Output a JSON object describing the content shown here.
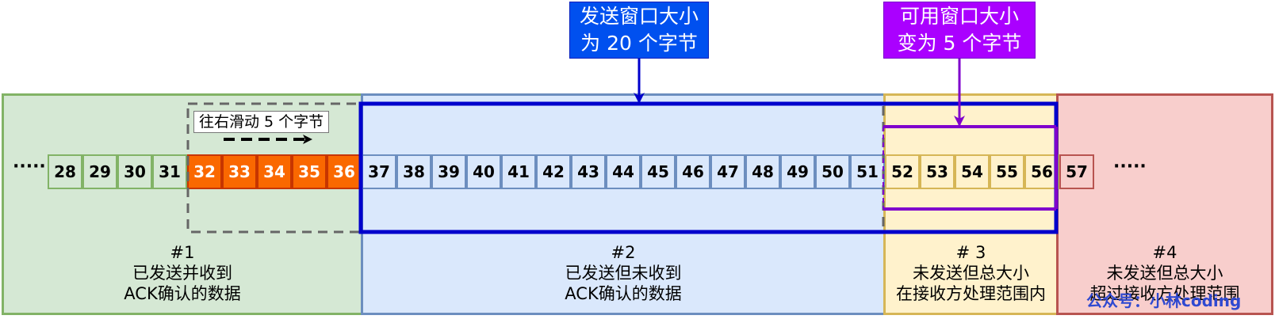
{
  "colors": {
    "green_fill": "#d5e8d4",
    "green_border": "#82b366",
    "blue_fill": "#dae8fc",
    "blue_border": "#6c8ebf",
    "yellow_fill": "#fff2cc",
    "yellow_border": "#d6b656",
    "red_fill": "#f8cecc",
    "red_border": "#b85450",
    "orange_fill": "#fa6800",
    "orange_border": "#c73500",
    "window_blue": "#0000cc",
    "usable_purple": "#7f00cc",
    "dashed_gray": "#666666",
    "callout_blue": "#0050ef",
    "callout_purple": "#aa00ff"
  },
  "regions": [
    {
      "id": "r1",
      "lines": "#1\n已发送并收到\nACK确认的数据"
    },
    {
      "id": "r2",
      "lines": "#2\n已发送但未收到\nACK确认的数据"
    },
    {
      "id": "r3",
      "lines": "# 3\n未发送但总大小\n在接收方处理范围内"
    },
    {
      "id": "r4",
      "lines": "#4\n未发送但总大小\n超过接收方处理范围"
    }
  ],
  "cells": [
    {
      "n": "28",
      "group": "acked"
    },
    {
      "n": "29",
      "group": "acked"
    },
    {
      "n": "30",
      "group": "acked"
    },
    {
      "n": "31",
      "group": "acked"
    },
    {
      "n": "32",
      "group": "slid"
    },
    {
      "n": "33",
      "group": "slid"
    },
    {
      "n": "34",
      "group": "slid"
    },
    {
      "n": "35",
      "group": "slid"
    },
    {
      "n": "36",
      "group": "slid"
    },
    {
      "n": "37",
      "group": "sent"
    },
    {
      "n": "38",
      "group": "sent"
    },
    {
      "n": "39",
      "group": "sent"
    },
    {
      "n": "40",
      "group": "sent"
    },
    {
      "n": "41",
      "group": "sent"
    },
    {
      "n": "42",
      "group": "sent"
    },
    {
      "n": "43",
      "group": "sent"
    },
    {
      "n": "44",
      "group": "sent"
    },
    {
      "n": "45",
      "group": "sent"
    },
    {
      "n": "46",
      "group": "sent"
    },
    {
      "n": "47",
      "group": "sent"
    },
    {
      "n": "48",
      "group": "sent"
    },
    {
      "n": "49",
      "group": "sent"
    },
    {
      "n": "50",
      "group": "sent"
    },
    {
      "n": "51",
      "group": "sent"
    },
    {
      "n": "52",
      "group": "usable"
    },
    {
      "n": "53",
      "group": "usable"
    },
    {
      "n": "54",
      "group": "usable"
    },
    {
      "n": "55",
      "group": "usable"
    },
    {
      "n": "56",
      "group": "usable"
    },
    {
      "n": "57",
      "group": "beyond"
    }
  ],
  "ellipsis_left": "·····",
  "ellipsis_right": "·····",
  "slide_label": "往右滑动 5  个字节",
  "callout_window": "发送窗口大小\n为 20 个字节",
  "callout_usable": "可用窗口大小\n变为 5 个字节",
  "watermark": "公众号：小林coding"
}
